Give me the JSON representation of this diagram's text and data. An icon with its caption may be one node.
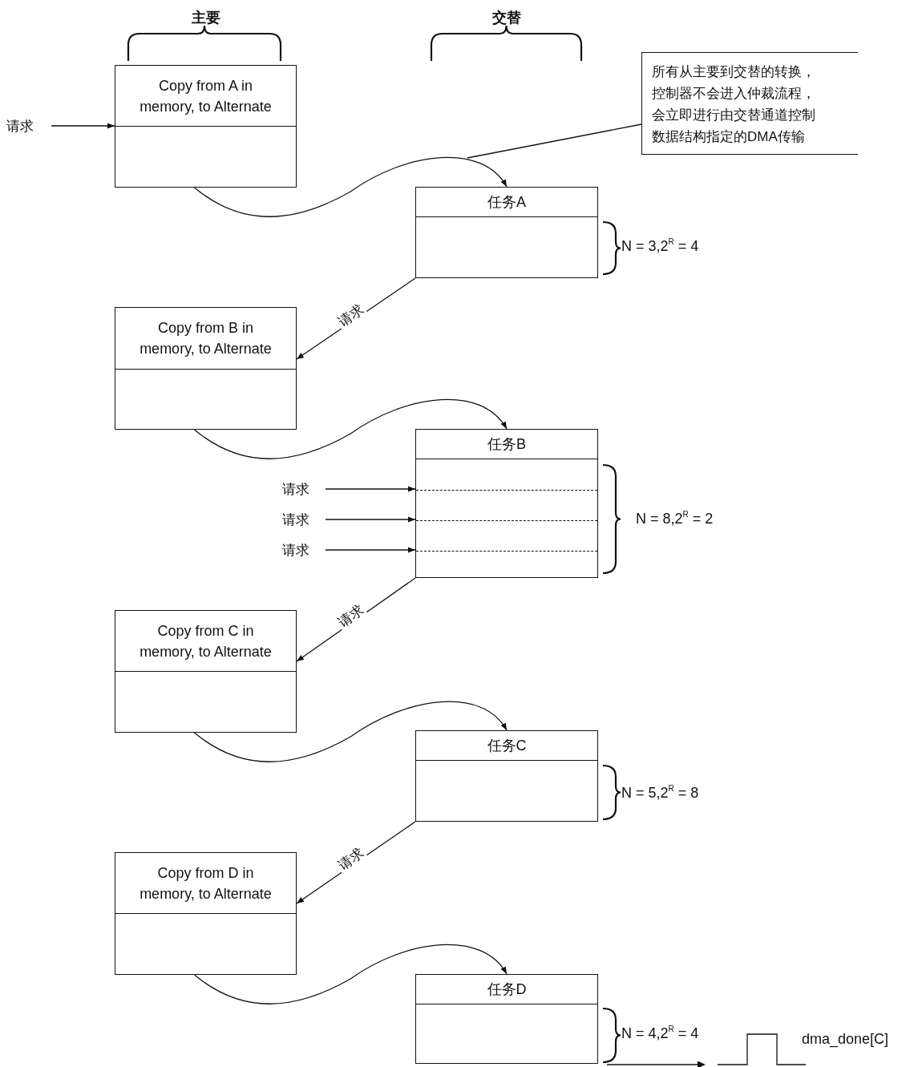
{
  "diagram": {
    "nodes": [
      {
        "text": [
          "Copy from A in memory, to Alternate"
        ]
      },
      {
        "text": [
          "请求"
        ]
      },
      {
        "text": [
          "所有从主要到交替的转换，控制器不会进入仲裁流程，会立即进行由交替通道控制数据结构指定的DMA传输"
        ]
      },
      {
        "text": [
          "任务A"
        ],
        "beside": [
          "N = 3,2$^{R}$ = 4"
        ]
      },
      {
        "text": [
          "Copy from B in memory, to Alternate"
        ]
      },
      {
        "text": [
          "任务B"
        ],
        "beside": [
          "N = 8,2$^{R}$ = 2"
        ]
      },
      {
        "text": [
          "请求"
        ]
      },
      {
        "text": [
          "请求"
        ]
      },
      {
        "text": [
          "请求"
        ]
      },
      {
        "text": [
          "Copy from C in memory, to Alternate"
        ]
      },
      {
        "text": [
          "任务C"
        ],
        "beside": [
          "N = 5,2$^{R}$ = 8"
        ]
      },
      {
        "text": [
          "Copy from D in memory, to Alternate"
        ]
      },
      {
        "text": [
          "任务D"
        ],
        "beside": [
          "N = 4,2$^{R}$ = 4"
        ]
      }
    ],
    "edges": [
      {
        "from": 1,
        "to": 0,
        "arrow": "to"
      },
      {
        "from": 2,
        "to": null,
        "arrow": "none"
      },
      {
        "from": 0,
        "to": 3,
        "arrow": "to"
      },
      {
        "from": 3,
        "to": 4,
        "arrow": "to",
        "label": "请求"
      },
      {
        "from": 4,
        "to": 5,
        "arrow": "to"
      },
      {
        "from": 6,
        "to": 5,
        "arrow": "to"
      },
      {
        "from": 7,
        "to": 5,
        "arrow": "to"
      },
      {
        "from": 8,
        "to": 5,
        "arrow": "to"
      },
      {
        "from": 5,
        "to": 9,
        "arrow": "to",
        "label": "请求"
      },
      {
        "from": 9,
        "to": 10,
        "arrow": "to"
      },
      {
        "from": 10,
        "to": 11,
        "arrow": "to",
        "label": "请求"
      },
      {
        "from": 11,
        "to": 12,
        "arrow": "to"
      }
    ],
    "labels": [
      "主要",
      "交替",
      "dma_done[C]"
    ]
  }
}
